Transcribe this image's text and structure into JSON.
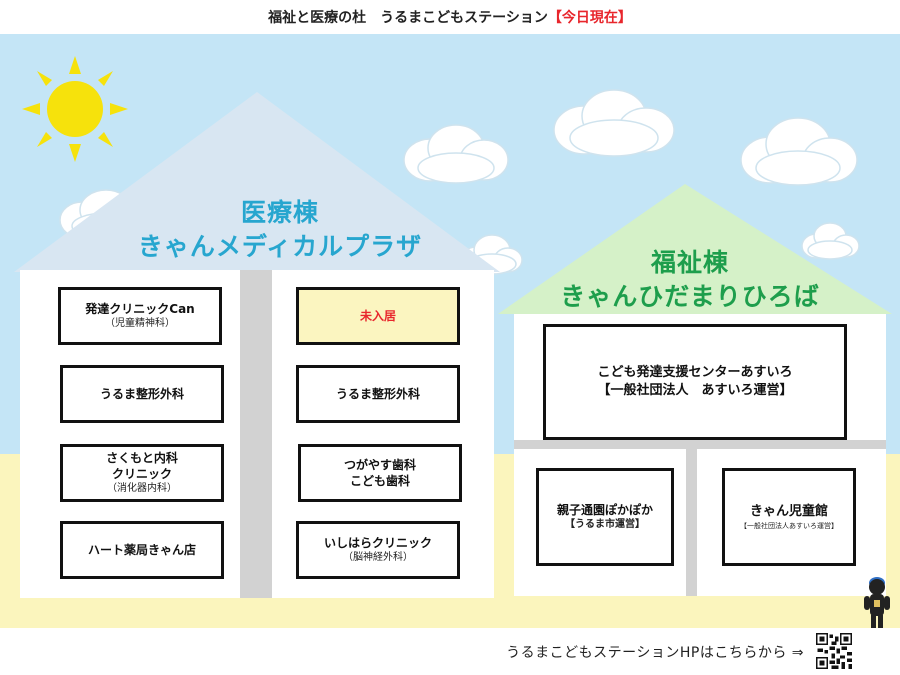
{
  "header": {
    "title": "福祉と医療の杜　うるまこどもステーション",
    "status": "【今日現在】"
  },
  "medical": {
    "title_line1": "医療棟",
    "title_line2": "きゃんメディカルプラザ",
    "rooms": [
      {
        "name": "発達クリニックCan",
        "sub": "（児童精神科）"
      },
      {
        "name": "未入居"
      },
      {
        "name": "うるま整形外科"
      },
      {
        "name": "うるま整形外科"
      },
      {
        "name_line1": "さくもと内科",
        "name_line2": "クリニック",
        "sub": "（消化器内科）"
      },
      {
        "name_line1": "つがやす歯科",
        "name_line2": "こども歯科"
      },
      {
        "name": "ハート薬局きゃん店"
      },
      {
        "name": "いしはらクリニック",
        "sub": "（脳神経外科）"
      }
    ]
  },
  "welfare": {
    "title_line1": "福祉棟",
    "title_line2": "きゃんひだまりひろば",
    "rooms": [
      {
        "name": "こども発達支援センターあすいろ",
        "sub": "【一般社団法人　あすいろ運営】"
      },
      {
        "name": "親子通園ぽかぽか",
        "sub": "【うるま市運営】"
      },
      {
        "name": "きゃん児童館",
        "sub": "【一般社団法人あすいろ運営】"
      }
    ]
  },
  "footer": {
    "link_text": "うるまこどもステーションHPはこちらから ⇒"
  },
  "icons": {
    "sun": "sun-icon",
    "cloud": "cloud-icon",
    "qr": "qr-code-icon",
    "character": "mascot-character"
  },
  "colors": {
    "sky": "#c4e5f6",
    "ground": "#fbf5bd",
    "medical_title": "#27a6cf",
    "welfare_title": "#1e9e4c",
    "accent_red": "#e8262c",
    "vacant": "#fbf5c0"
  }
}
